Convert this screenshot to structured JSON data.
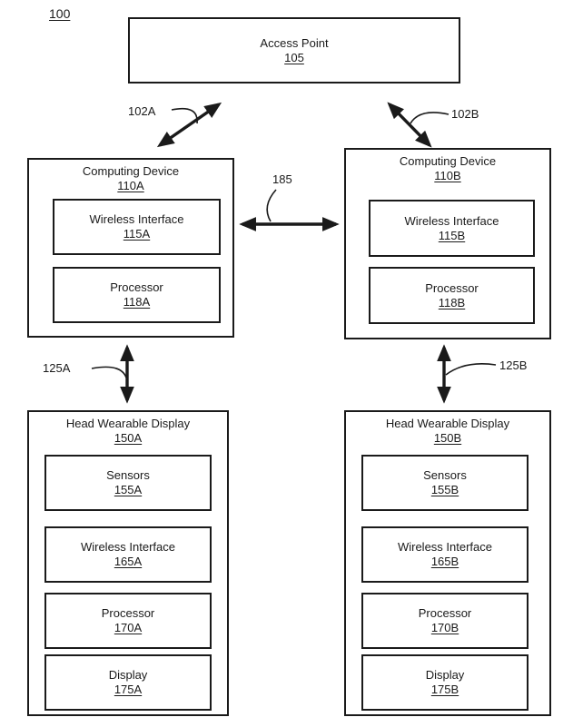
{
  "figure": {
    "label": "100"
  },
  "nodes": {
    "access_point": {
      "title": "Access Point",
      "ref": "105"
    },
    "computing_device_a": {
      "title": "Computing Device",
      "ref": "110A"
    },
    "wireless_iface_a": {
      "title": "Wireless Interface",
      "ref": "115A"
    },
    "processor_a": {
      "title": "Processor",
      "ref": "118A"
    },
    "computing_device_b": {
      "title": "Computing Device",
      "ref": "110B"
    },
    "wireless_iface_b": {
      "title": "Wireless Interface",
      "ref": "115B"
    },
    "processor_b": {
      "title": "Processor",
      "ref": "118B"
    },
    "hwd_a": {
      "title": "Head Wearable Display",
      "ref": "150A"
    },
    "sensors_a": {
      "title": "Sensors",
      "ref": "155A"
    },
    "hwd_wireless_a": {
      "title": "Wireless Interface",
      "ref": "165A"
    },
    "hwd_processor_a": {
      "title": "Processor",
      "ref": "170A"
    },
    "display_a": {
      "title": "Display",
      "ref": "175A"
    },
    "hwd_b": {
      "title": "Head Wearable Display",
      "ref": "150B"
    },
    "sensors_b": {
      "title": "Sensors",
      "ref": "155B"
    },
    "hwd_wireless_b": {
      "title": "Wireless Interface",
      "ref": "165B"
    },
    "hwd_processor_b": {
      "title": "Processor",
      "ref": "170B"
    },
    "display_b": {
      "title": "Display",
      "ref": "175B"
    }
  },
  "connections": {
    "ap_to_cd_a": {
      "label": "102A"
    },
    "ap_to_cd_b": {
      "label": "102B"
    },
    "cd_a_to_cd_b": {
      "label": "185"
    },
    "cd_a_to_hwd_a": {
      "label": "125A"
    },
    "cd_b_to_hwd_b": {
      "label": "125B"
    }
  },
  "colors": {
    "line": "#1a1a1a",
    "background": "#ffffff",
    "text": "#1a1a1a"
  }
}
